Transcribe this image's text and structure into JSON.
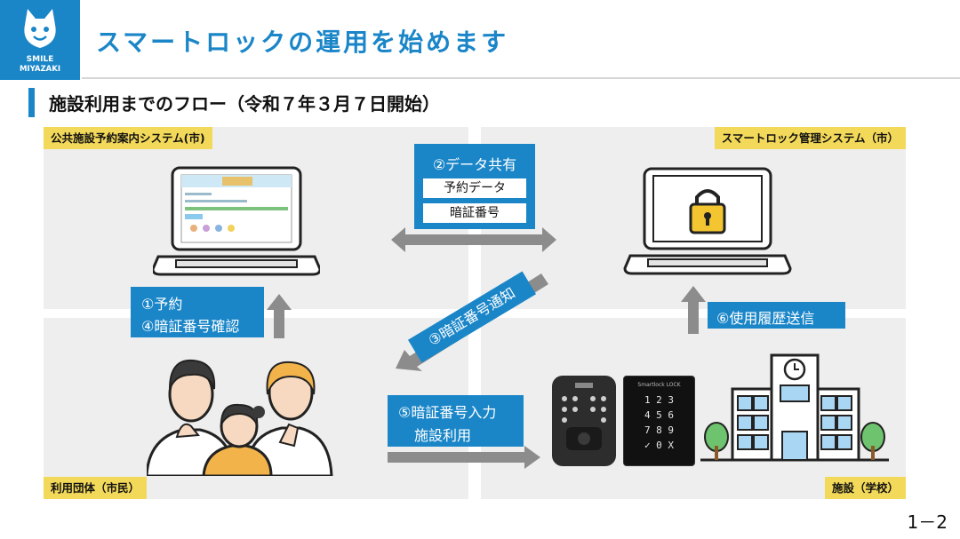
{
  "logo": {
    "line1": "SMILE",
    "line2": "MIYAZAKI"
  },
  "title": "スマートロックの運用を始めます",
  "subtitle": "施設利用までのフロー（令和７年３月７日開始）",
  "panels": {
    "top_left_label": "公共施設予約案内システム(市)",
    "top_right_label": "スマートロック管理システム（市）",
    "bottom_left_label": "利用団体（市民）",
    "bottom_right_label": "施設（学校）"
  },
  "share_box": {
    "title": "②データ共有",
    "items": [
      "予約データ",
      "暗証番号"
    ]
  },
  "reserve_box": {
    "line1": "①予約",
    "line2": "④暗証番号確認"
  },
  "notify_label": "③暗証番号通知",
  "history_label": "⑥使用履歴送信",
  "input_box": {
    "line1": "⑤暗証番号入力",
    "line2": "施設利用"
  },
  "keypad": {
    "brand": "Smartlock LOCK",
    "rows": [
      "1 2 3",
      "4 5 6",
      "7 8 9",
      "✓ 0 X"
    ]
  },
  "page_number": "1－2",
  "colors": {
    "accent": "#1a86c8",
    "label_bg": "#f3d95a",
    "panel_bg": "#eeeeee",
    "arrow": "#8c8c8c"
  }
}
